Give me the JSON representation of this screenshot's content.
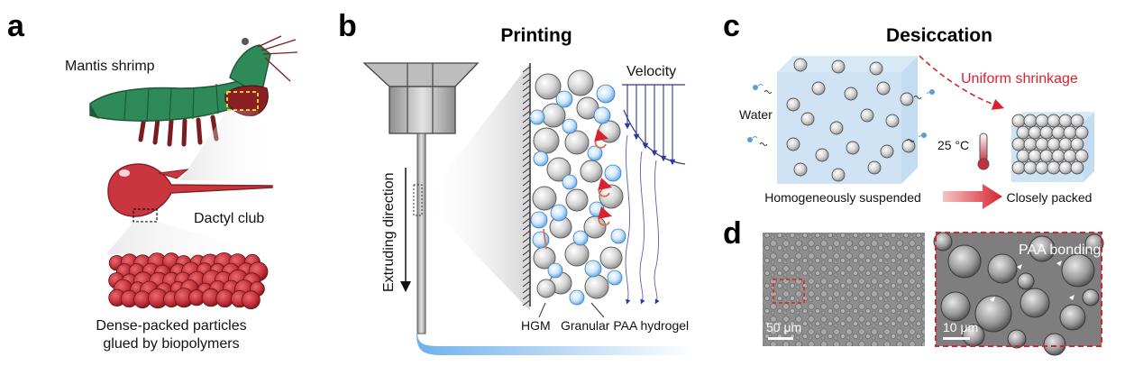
{
  "panels": {
    "a": {
      "letter": "a",
      "organism": "Mantis shrimp",
      "club": "Dactyl club",
      "particles_line1": "Dense-packed particles",
      "particles_line2": "glued by biopolymers"
    },
    "b": {
      "letter": "b",
      "title": "Printing",
      "velocity": "Velocity",
      "direction": "Extruding direction",
      "hgm": "HGM",
      "hydrogel": "Granular PAA hydrogel"
    },
    "c": {
      "letter": "c",
      "title": "Desiccation",
      "water": "Water",
      "shrinkage": "Uniform shrinkage",
      "temperature": "25 °C",
      "before": "Homogeneously suspended",
      "after": "Closely packed"
    },
    "d": {
      "letter": "d",
      "scale_left": "50 μm",
      "scale_right": "10 μm",
      "bonding": "PAA bonding"
    }
  },
  "colors": {
    "shrimp_green": "#2f8a5a",
    "shrimp_red": "#8a1f26",
    "club_red": "#c9363f",
    "accent_red": "#d8232f",
    "water_blue": "#bcd9f0",
    "gray_particle": "#cfcfcf",
    "sem_gray": "#8a8a8a"
  }
}
